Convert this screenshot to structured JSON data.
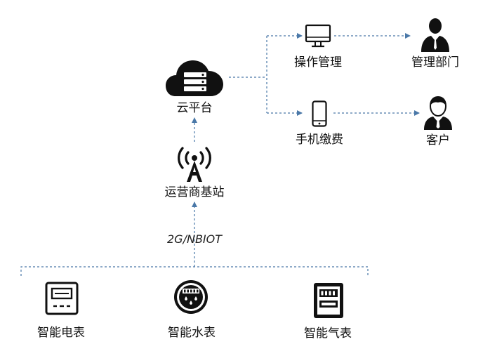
{
  "nodes": {
    "cloud": "云平台",
    "tower": "运营商基站",
    "network": "2G/NBIOT",
    "ops": "操作管理",
    "mobile": "手机缴费",
    "dept": "管理部门",
    "customer": "客户",
    "electric": "智能电表",
    "water": "智能水表",
    "gas": "智能气表"
  },
  "colors": {
    "line": "#4a78a8",
    "icon": "#111111"
  },
  "icons": {
    "cloud": "cloud-server-icon",
    "tower": "antenna-tower-icon",
    "ops": "desktop-monitor-icon",
    "mobile": "smartphone-icon",
    "dept": "manager-person-icon",
    "customer": "customer-person-icon",
    "electric": "electric-meter-icon",
    "water": "water-meter-icon",
    "gas": "gas-meter-icon"
  }
}
